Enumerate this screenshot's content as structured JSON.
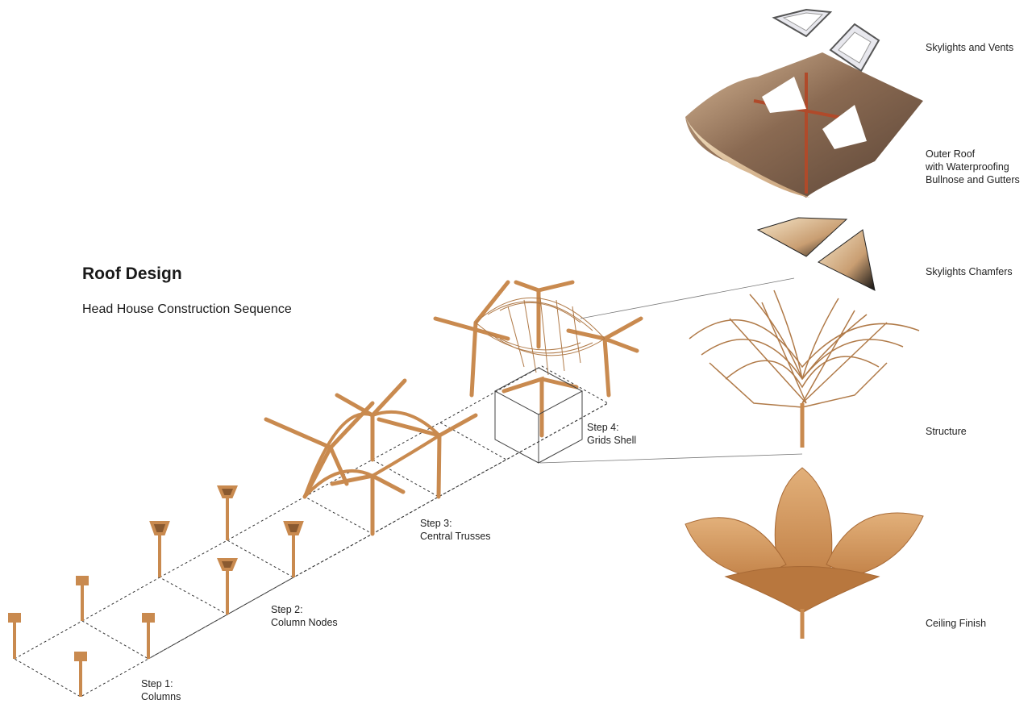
{
  "title": "Roof Design",
  "subtitle": "Head House Construction Sequence",
  "steps": [
    {
      "line1": "Step 1:",
      "line2": "Columns"
    },
    {
      "line1": "Step 2:",
      "line2": "Column Nodes"
    },
    {
      "line1": "Step 3:",
      "line2": "Central Trusses"
    },
    {
      "line1": "Step 4:",
      "line2": "Grids Shell"
    }
  ],
  "layers": [
    {
      "lines": [
        "Skylights and Vents"
      ]
    },
    {
      "lines": [
        "Outer Roof",
        "with Waterproofing",
        "Bullnose and Gutters"
      ]
    },
    {
      "lines": [
        "Skylights Chamfers"
      ]
    },
    {
      "lines": [
        "Structure"
      ]
    },
    {
      "lines": [
        "Ceiling Finish"
      ]
    }
  ],
  "colors": {
    "timber": "#c98a4f",
    "timber_dark": "#9c6230",
    "roof": "#7a5a44",
    "gutter": "#b04a2a"
  }
}
